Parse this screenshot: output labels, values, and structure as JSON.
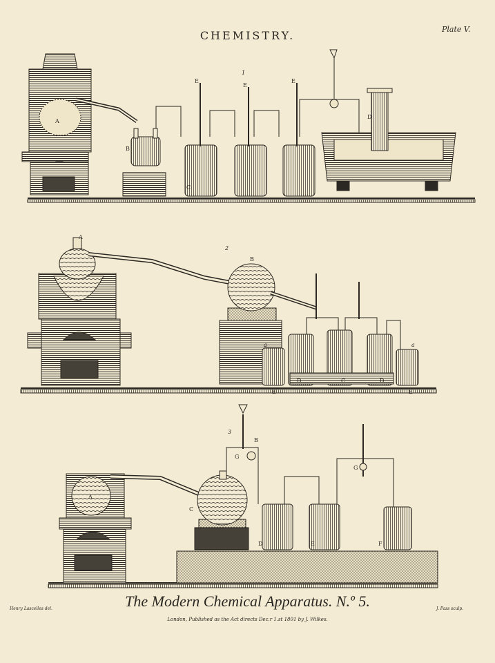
{
  "header": {
    "title": "CHEMISTRY.",
    "plate": "Plate V."
  },
  "figures": [
    {
      "number": "1",
      "labels": [
        "A",
        "B",
        "C",
        "D",
        "E",
        "E",
        "E"
      ]
    },
    {
      "number": "2",
      "labels": [
        "A",
        "B",
        "a",
        "a",
        "D",
        "D",
        "C",
        "E",
        "E"
      ]
    },
    {
      "number": "3",
      "labels": [
        "A",
        "B",
        "C",
        "D",
        "E",
        "F",
        "G",
        "G"
      ]
    }
  ],
  "caption": {
    "title": "The Modern Chemical Apparatus. N.º 5.",
    "publication": "London, Published as the Act directs Dec.r 1.st 1801 by J. Wilkes.",
    "draughtsman": "Henry Lascelles del.",
    "engraver": "J. Pass sculp."
  },
  "colors": {
    "paper": "#f3ebd3",
    "ink": "#2b2722"
  }
}
